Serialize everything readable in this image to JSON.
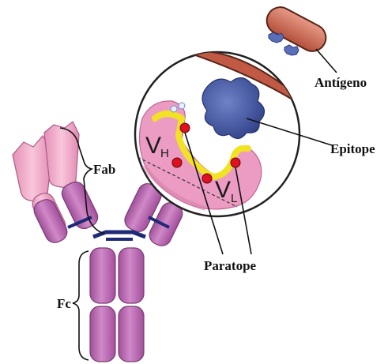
{
  "labels": {
    "fab": "Fab",
    "fc": "Fc",
    "antigen": "Antígeno",
    "epitope": "Epitope",
    "paratope": "Paratope"
  },
  "variable_regions": {
    "heavy": {
      "letter": "V",
      "subscript": "H"
    },
    "light": {
      "letter": "V",
      "subscript": "L"
    }
  },
  "colors": {
    "heavy_chain": "#c06cb4",
    "light_chain": "#f0a8c8",
    "hinge": "#1e2a78",
    "antigen_fill": "#d0705a",
    "epitope_fill": "#4a5fa8",
    "paratope_outline": "#f0e020",
    "binding_site_dot": "#e01020"
  }
}
